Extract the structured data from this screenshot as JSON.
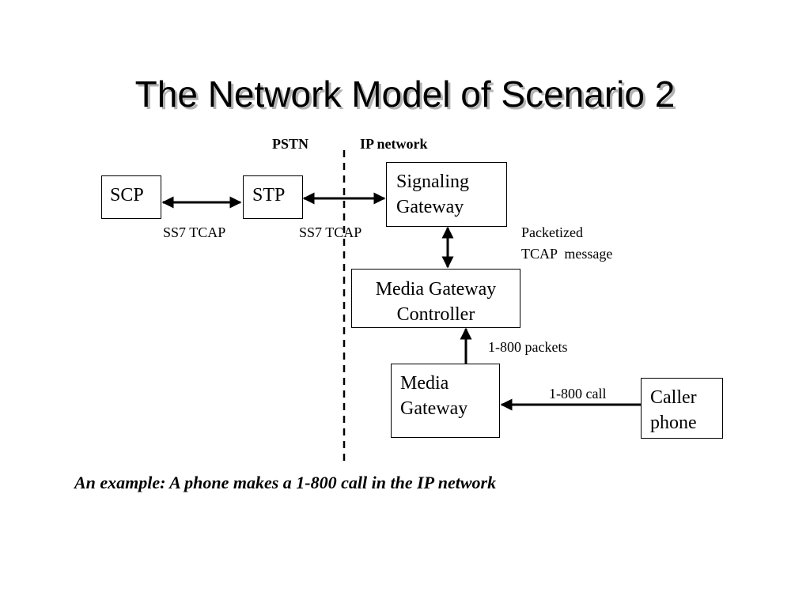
{
  "title": "The Network Model of Scenario 2",
  "regions": {
    "left": "PSTN",
    "right": "IP network"
  },
  "nodes": {
    "scp": "SCP",
    "stp": "STP",
    "signaling_gateway": [
      "Signaling",
      "Gateway"
    ],
    "mgc": [
      "Media Gateway",
      "Controller"
    ],
    "media_gateway": [
      "Media",
      "Gateway"
    ],
    "caller_phone": [
      "Caller",
      "phone"
    ]
  },
  "links": {
    "scp_stp": "SS7 TCAP",
    "stp_sg": "SS7 TCAP",
    "sg_mgc": [
      "Packetized",
      "TCAP  message"
    ],
    "mg_mgc": "1-800 packets",
    "caller_mg": "1-800 call"
  },
  "caption": "An example: A phone makes a 1-800 call in the IP network"
}
